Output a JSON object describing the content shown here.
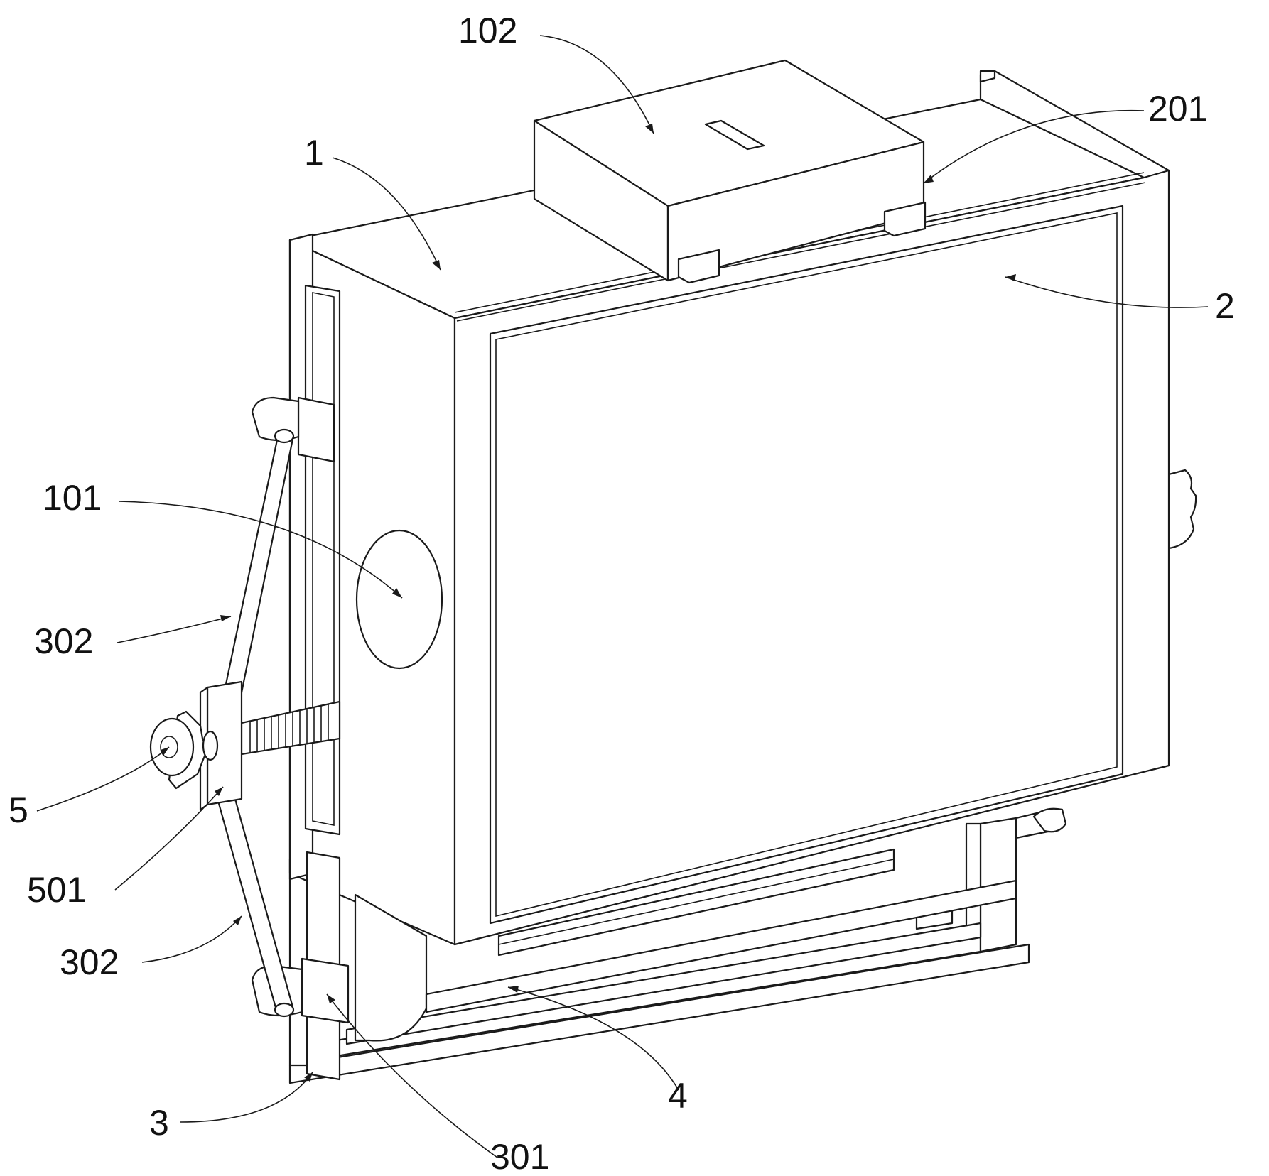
{
  "labels": {
    "l1": "1",
    "l2": "2",
    "l3": "3",
    "l4": "4",
    "l5": "5",
    "l101": "101",
    "l102": "102",
    "l201": "201",
    "l301": "301",
    "l302a": "302",
    "l302b": "302",
    "l501": "501"
  },
  "colors": {
    "line": "#1a1a1a",
    "background": "#ffffff"
  }
}
